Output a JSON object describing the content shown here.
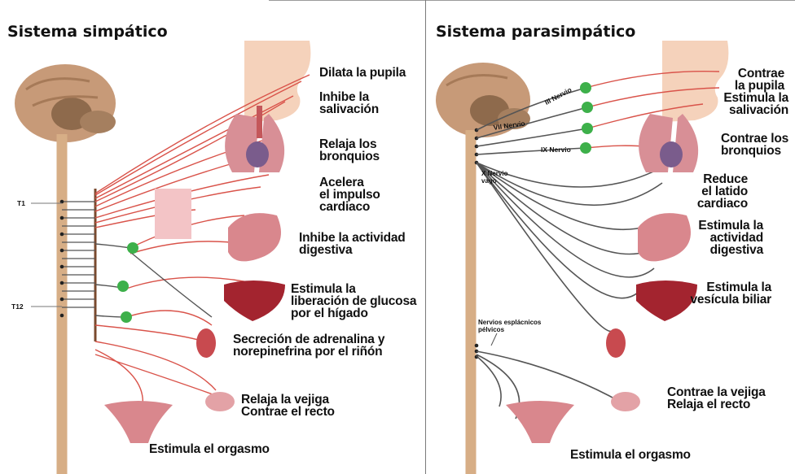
{
  "sympathetic": {
    "title": "Sistema simpático",
    "markers": {
      "t1": "T1",
      "t12": "T12"
    },
    "labels": {
      "pupil": "Dilata la pupila",
      "saliva": "Inhibe la\nsalivación",
      "bronchi": "Relaja los\nbronquios",
      "heart": "Acelera\nel impulso\ncardiaco",
      "digestion": "Inhibe la actividad\ndigestiva",
      "liver": "Estimula la\nliberación de glucosa\npor el hígado",
      "kidney": "Secreción de adrenalina y\nnorepinefrina por el riñón",
      "bladder": "Relaja la vejiga\nContrae el recto",
      "orgasm": "Estimula el orgasmo"
    }
  },
  "parasympathetic": {
    "title": "Sistema parasimpático",
    "nerves": {
      "n3": "III Nervio",
      "n7": "VII Nervio",
      "n9": "IX Nervio",
      "n10": "X Nervio\nvago",
      "pelvic": "Nervios esplácnicos\npélvicos"
    },
    "labels": {
      "pupil": "Contrae\nla pupila",
      "saliva": "Estimula la\nsalivación",
      "bronchi": "Contrae los\nbronquios",
      "heart": "Reduce\nel latido\ncardiaco",
      "digestion": "Estimula la\nactividad\ndigestiva",
      "gallbladder": "Estimula la\nvesícula biliar",
      "bladder": "Contrae la vejiga\nRelaja el recto",
      "orgasm": "Estimula el orgasmo"
    }
  },
  "colors": {
    "nerve_red": "#d9534a",
    "nerve_gray": "#555555",
    "ganglion": "#3db04a",
    "brain": "#b98a6a",
    "organ": "#c4575a",
    "skin": "#f5d2bb"
  }
}
